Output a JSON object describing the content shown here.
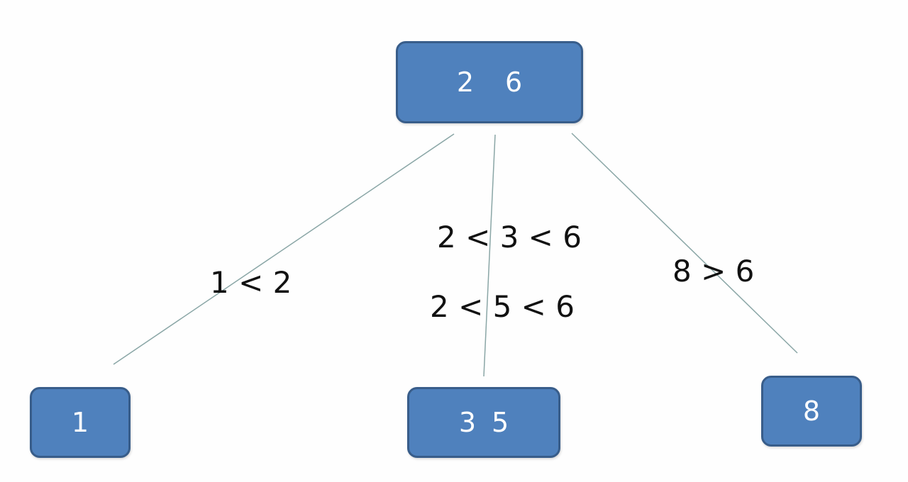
{
  "diagram": {
    "nodes": {
      "root": {
        "keys": [
          "2",
          "6"
        ]
      },
      "left": {
        "keys": [
          "1"
        ]
      },
      "middle": {
        "keys": [
          "3",
          "5"
        ]
      },
      "right": {
        "keys": [
          "8"
        ]
      }
    },
    "edges": {
      "left": {
        "labels": [
          "1 < 2"
        ]
      },
      "middle": {
        "labels": [
          "2 < 3 < 6",
          "2 < 5 < 6"
        ]
      },
      "right": {
        "labels": [
          "8 > 6"
        ]
      }
    },
    "colors": {
      "node_fill": "#4f81bd",
      "node_border": "#385d8a",
      "node_text": "#ffffff",
      "edge_line": "#8aa6a6",
      "label_text": "#111111"
    }
  }
}
